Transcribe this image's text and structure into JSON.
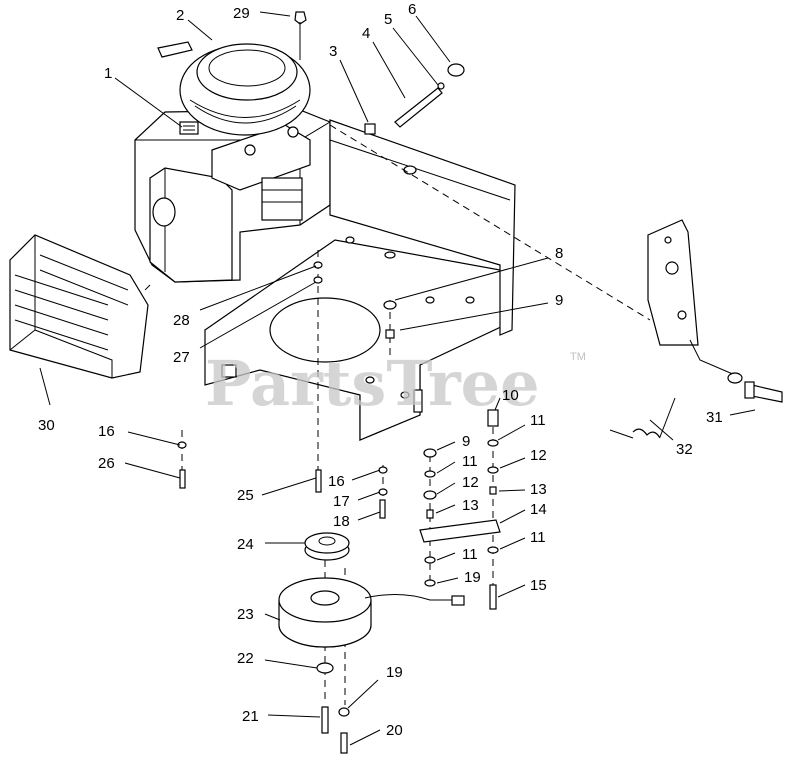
{
  "watermark": {
    "text": "PartsTree",
    "trademark": "TM"
  },
  "callouts": {
    "c1": "1",
    "c2": "2",
    "c3": "3",
    "c4": "4",
    "c5": "5",
    "c6": "6",
    "c8": "8",
    "c9a": "9",
    "c9b": "9",
    "c10": "10",
    "c11a": "11",
    "c11b": "11",
    "c11c": "11",
    "c11d": "11",
    "c12a": "12",
    "c12b": "12",
    "c13a": "13",
    "c13b": "13",
    "c14": "14",
    "c15": "15",
    "c16a": "16",
    "c16b": "16",
    "c17": "17",
    "c18": "18",
    "c19a": "19",
    "c19b": "19",
    "c20": "20",
    "c21": "21",
    "c22": "22",
    "c23": "23",
    "c24": "24",
    "c25": "25",
    "c26": "26",
    "c27": "27",
    "c28": "28",
    "c29": "29",
    "c30": "30",
    "c31": "31",
    "c32": "32"
  }
}
